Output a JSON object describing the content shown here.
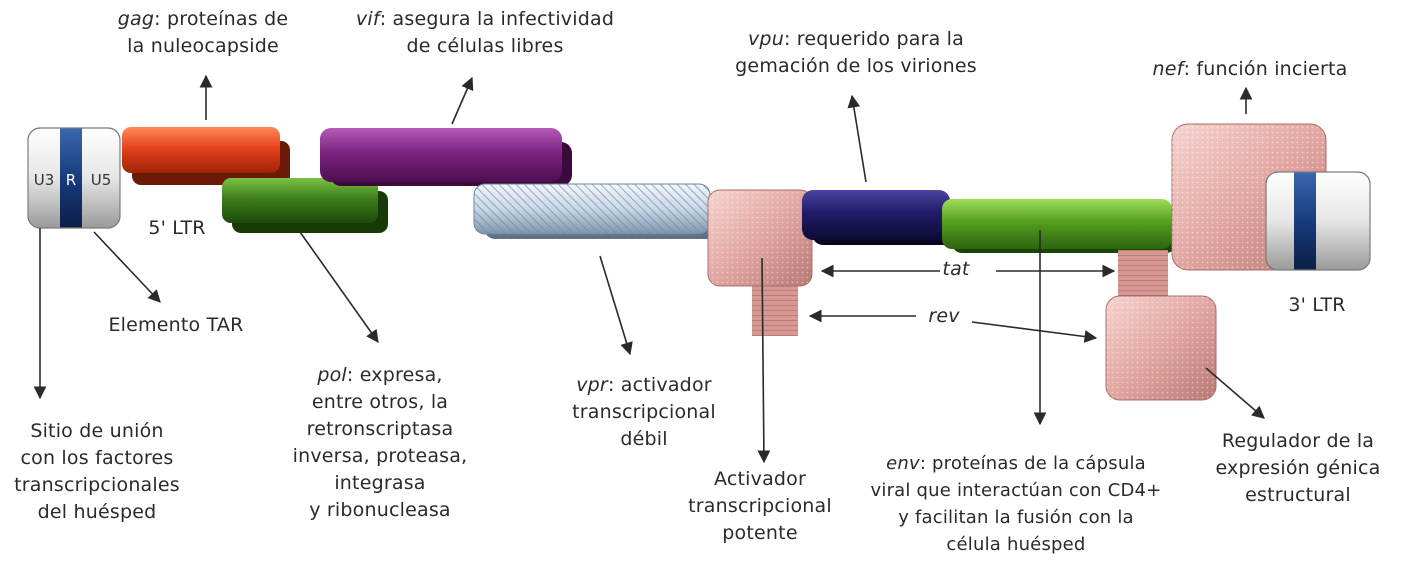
{
  "diagram": {
    "ltr5": {
      "segments": [
        "U3",
        "R",
        "U5"
      ],
      "label": "5' LTR"
    },
    "ltr3": {
      "label": "3' LTR"
    },
    "genes": {
      "gag": {
        "name": "gag",
        "line1_rest": ": proteínas de",
        "line2": "la nuleocapside"
      },
      "vif": {
        "name": "vif",
        "line1_rest": ": asegura la infectividad",
        "line2": "de células libres"
      },
      "vpu": {
        "name": "vpu",
        "line1_rest": ": requerido para la",
        "line2": "gemación de los viriones"
      },
      "nef": {
        "name": "nef",
        "line1_rest": ": función incierta"
      },
      "pol": {
        "name": "pol",
        "line1_rest": ": expresa,",
        "lines": [
          "entre otros, la",
          "retronscriptasa",
          "inversa, proteasa,",
          "integrasa",
          "y ribonucleasa"
        ]
      },
      "vpr": {
        "name": "vpr",
        "line1_rest": ": activador",
        "lines": [
          "transcripcional",
          "débil"
        ]
      },
      "env": {
        "name": "env",
        "line1_rest": ": proteínas de la cápsula",
        "lines": [
          "viral que interactúan con CD4+",
          "y facilitan la fusión con la",
          "célula huésped"
        ]
      },
      "tat": {
        "name": "tat"
      },
      "rev": {
        "name": "rev"
      }
    },
    "tar": {
      "label": "Elemento TAR"
    },
    "binding_site": {
      "lines": [
        "Sitio de unión",
        "con los factores",
        "transcripcionales",
        "del huésped"
      ]
    },
    "tat_activator": {
      "lines": [
        "Activador",
        "transcripcional",
        "potente"
      ]
    },
    "rev_regulator": {
      "lines": [
        "Regulador de la",
        "expresión génica",
        "estructural"
      ]
    }
  },
  "colors": {
    "gag": "#e0401c",
    "vif": "#7a1f7e",
    "pol": "#3e7c1a",
    "vpr": "#c7d6e4",
    "vpu": "#1f1a66",
    "env": "#4f9a1c",
    "tat_rev": "#e8b4b0",
    "ltr_blue": "#153a78",
    "ltr_white": "#e9e9e9"
  }
}
